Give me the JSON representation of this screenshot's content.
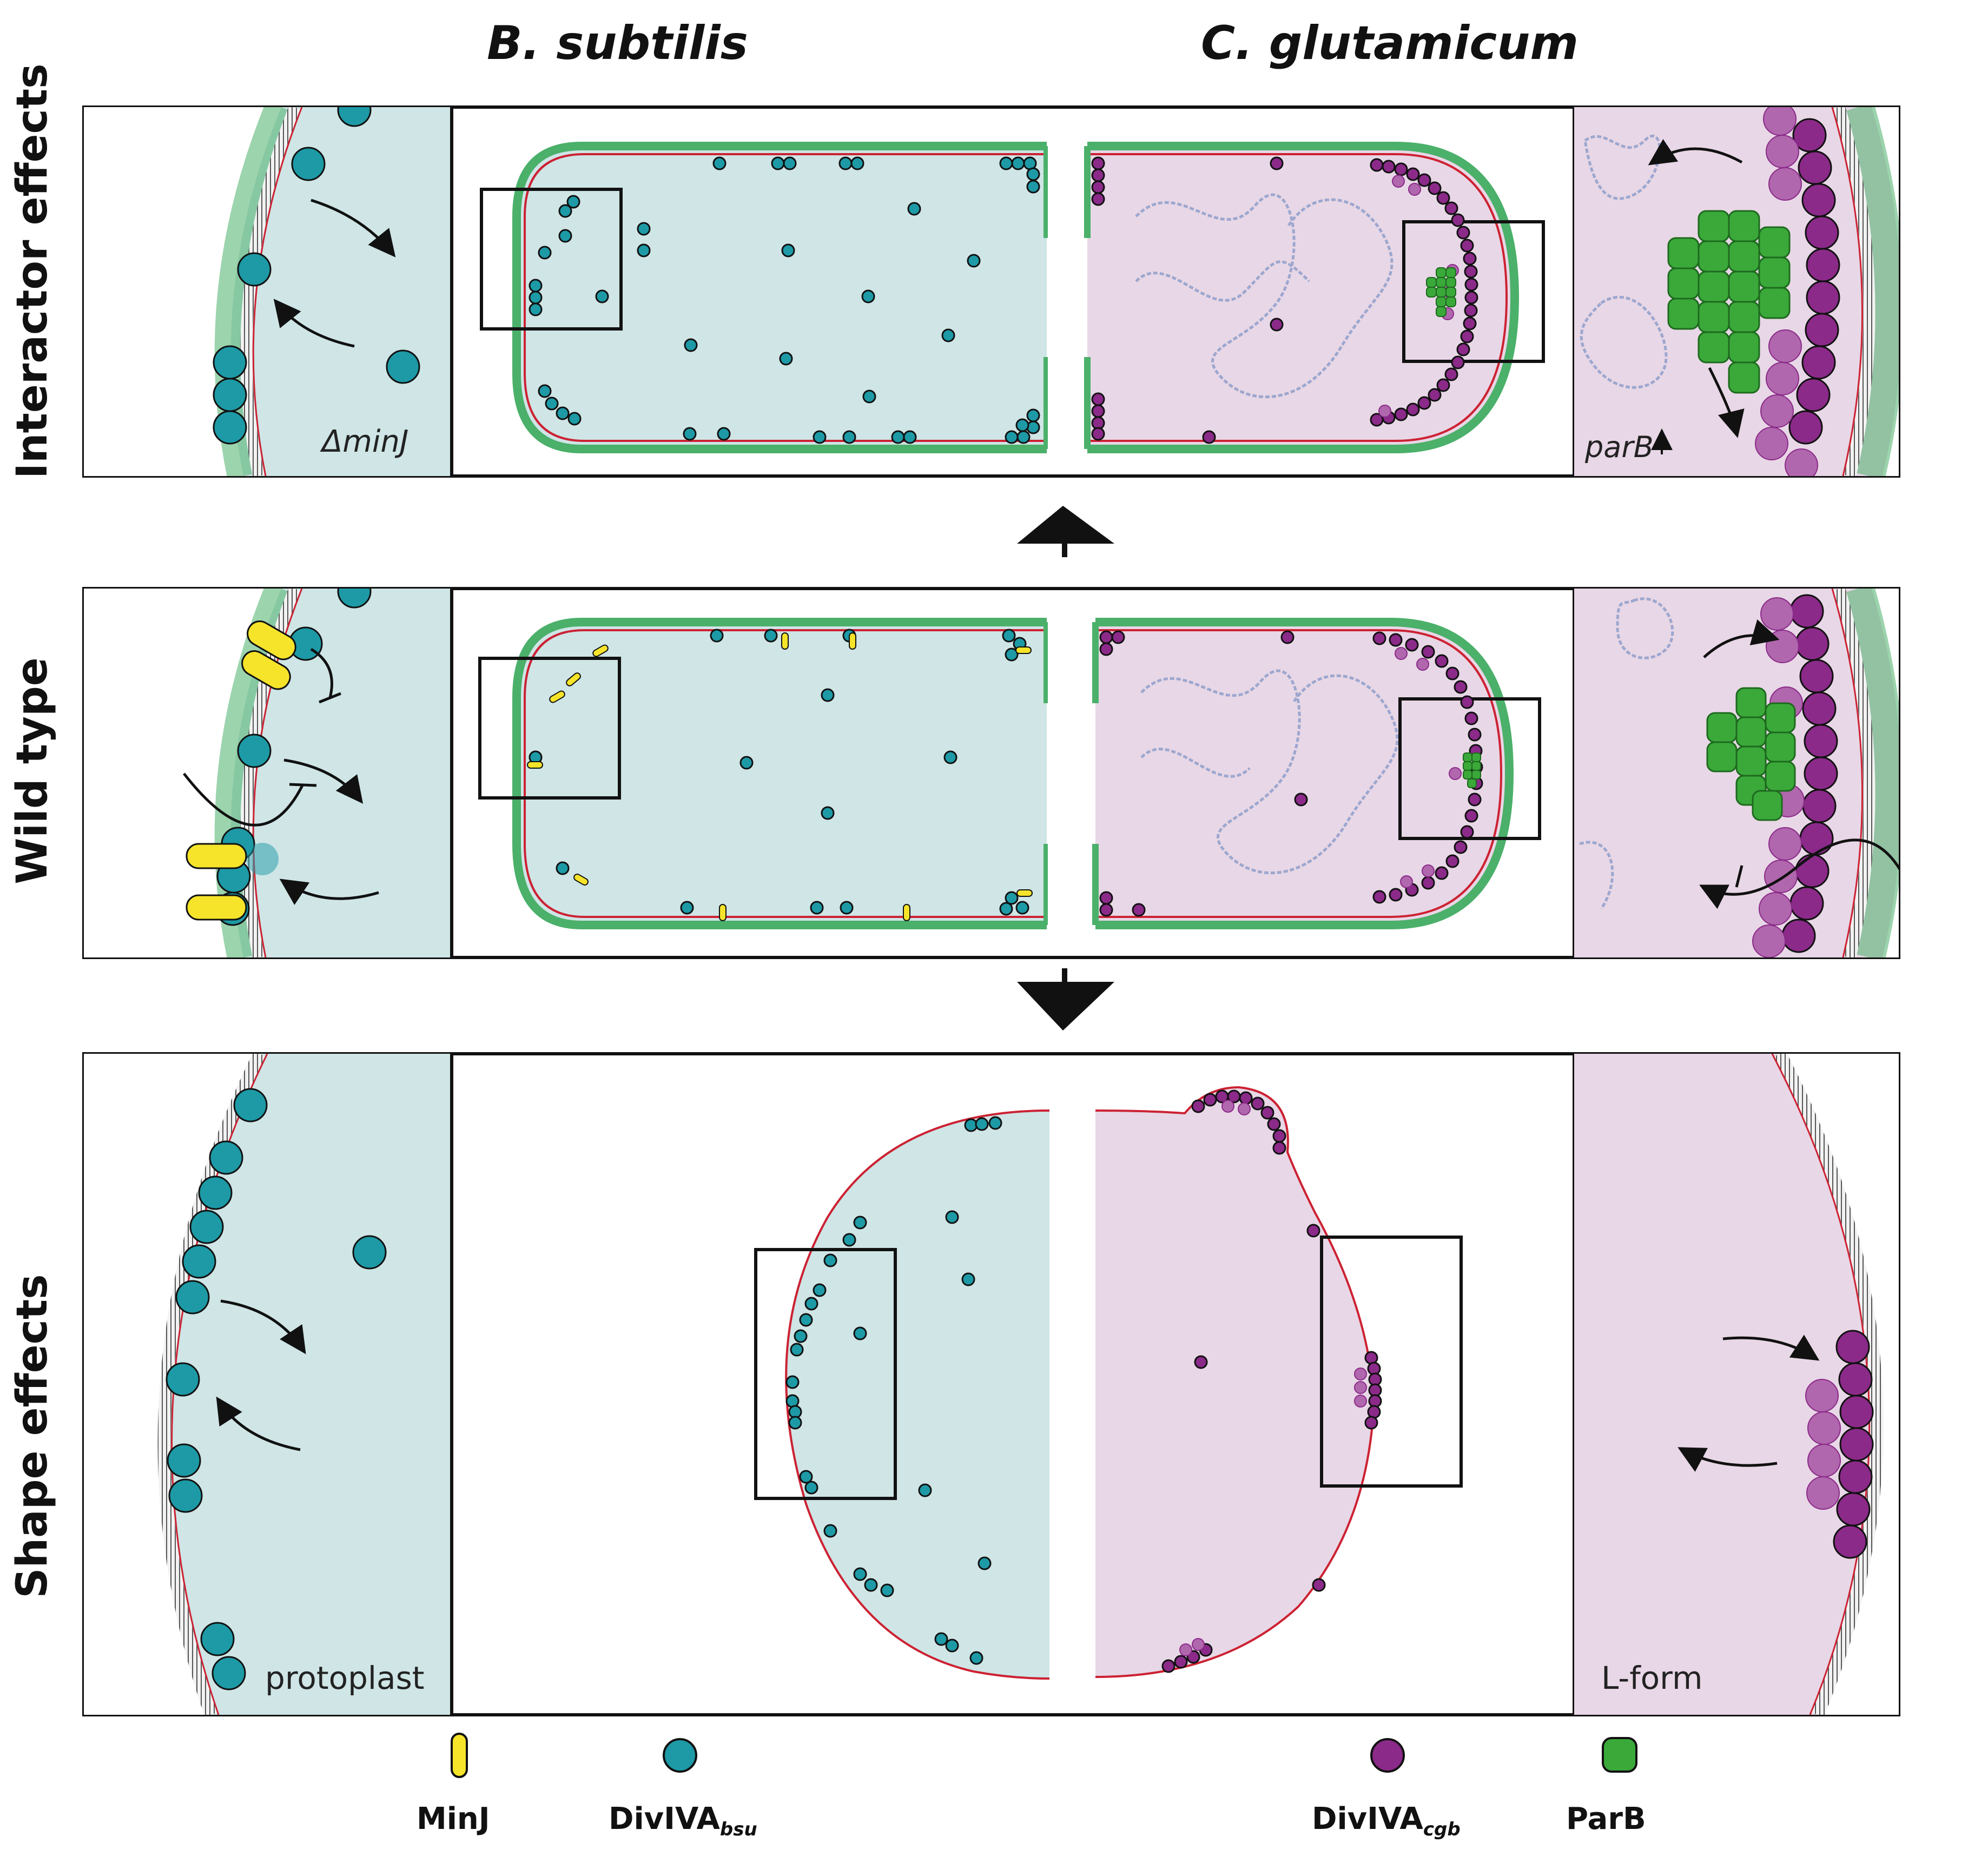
{
  "columns": {
    "left_title": "B. subtilis",
    "right_title": "C. glutamicum"
  },
  "rows": {
    "top": "Interactor effects",
    "middle": "Wild type",
    "bottom": "Shape effects"
  },
  "panel_labels": {
    "top_left": "ΔminJ",
    "top_right": "parB",
    "bottom_left": "protoplast",
    "bottom_right": "L-form"
  },
  "legend": {
    "minj": "MinJ",
    "divIVA_bsu_main": "DivIVA",
    "divIVA_bsu_sub": "bsu",
    "divIVA_cgb_main": "DivIVA",
    "divIVA_cgb_sub": "cgb",
    "parb": "ParB"
  },
  "colors": {
    "bsu_cytoplasm": "#cfe5e6",
    "cgb_cytoplasm": "#e8d7e6",
    "divIVA_bsu": "#1d9aa6",
    "divIVA_cgb": "#8b2a89",
    "divIVA_cgb_light": "#b067ad",
    "minj": "#f5e42a",
    "parb": "#3aa93a",
    "cell_wall": "#4bb06a",
    "membrane": "#cc2233"
  }
}
